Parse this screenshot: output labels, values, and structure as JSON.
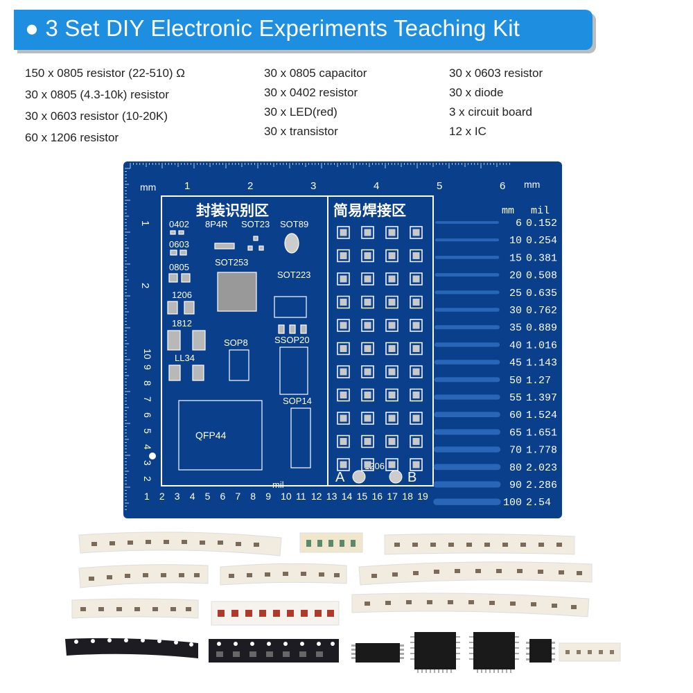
{
  "banner": {
    "bullet": "●",
    "title": "3 Set DIY Electronic Experiments Teaching Kit",
    "color": "#1e8fe0"
  },
  "contents": {
    "col1": [
      "150 x 0805 resistor (22-510) Ω",
      "30 x 0805 (4.3-10k) resistor",
      "30 x 0603 resistor (10-20K)",
      "60 x 1206 resistor"
    ],
    "col2": [
      "30 x 0805 capacitor",
      "30 x 0402 resistor",
      "30 x LED(red)",
      "30 x transistor"
    ],
    "col3": [
      "30 x 0603 resistor",
      "30 x diode",
      "3 x  circuit board",
      "12 x IC"
    ]
  },
  "board": {
    "color": "#0a3f8c",
    "mm_label": "mm",
    "top_ruler": [
      "1",
      "2",
      "3",
      "4",
      "5",
      "6"
    ],
    "left_ruler": [
      "1",
      "2"
    ],
    "left_small": [
      "10",
      "9",
      "8",
      "7",
      "6",
      "5",
      "4",
      "3",
      "2"
    ],
    "bottom_ruler": [
      "1",
      "2",
      "3",
      "4",
      "5",
      "6",
      "7",
      "8",
      "9",
      "10",
      "11",
      "12",
      "13",
      "14",
      "15",
      "16",
      "17",
      "18",
      "19"
    ],
    "mil_label": "mil",
    "section_package": "封装识别区",
    "section_solder": "简易焊接区",
    "labels": [
      "0402",
      "0603",
      "0805",
      "1206",
      "1812",
      "LL34",
      "8P4R",
      "SOT23",
      "SOT89",
      "SOT253",
      "SOT223",
      "SOP8",
      "SSOP20",
      "SOP14",
      "QFP44",
      "1206",
      "A",
      "B"
    ],
    "table_head": [
      "mm",
      "mil"
    ],
    "table": [
      [
        "6",
        "0.152"
      ],
      [
        "10",
        "0.254"
      ],
      [
        "15",
        "0.381"
      ],
      [
        "20",
        "0.508"
      ],
      [
        "25",
        "0.635"
      ],
      [
        "30",
        "0.762"
      ],
      [
        "35",
        "0.889"
      ],
      [
        "40",
        "1.016"
      ],
      [
        "45",
        "1.143"
      ],
      [
        "50",
        "1.27"
      ],
      [
        "55",
        "1.397"
      ],
      [
        "60",
        "1.524"
      ],
      [
        "65",
        "1.651"
      ],
      [
        "70",
        "1.778"
      ],
      [
        "80",
        "2.023"
      ],
      [
        "90",
        "2.286"
      ],
      [
        "100",
        "2.54"
      ]
    ]
  },
  "component_strips": [
    "white-resistor-tape",
    "ceramic-capacitor-tape",
    "white-resistor-tape",
    "white-resistor-tape",
    "white-resistor-tape",
    "white-resistor-tape",
    "white-resistor-tape",
    "diode-tape",
    "white-resistor-tape",
    "black-transistor-tape",
    "black-transistor-tape",
    "sop14-ic",
    "qfp44-ic",
    "qfp44-ic",
    "sop8-ic",
    "led-tape"
  ]
}
